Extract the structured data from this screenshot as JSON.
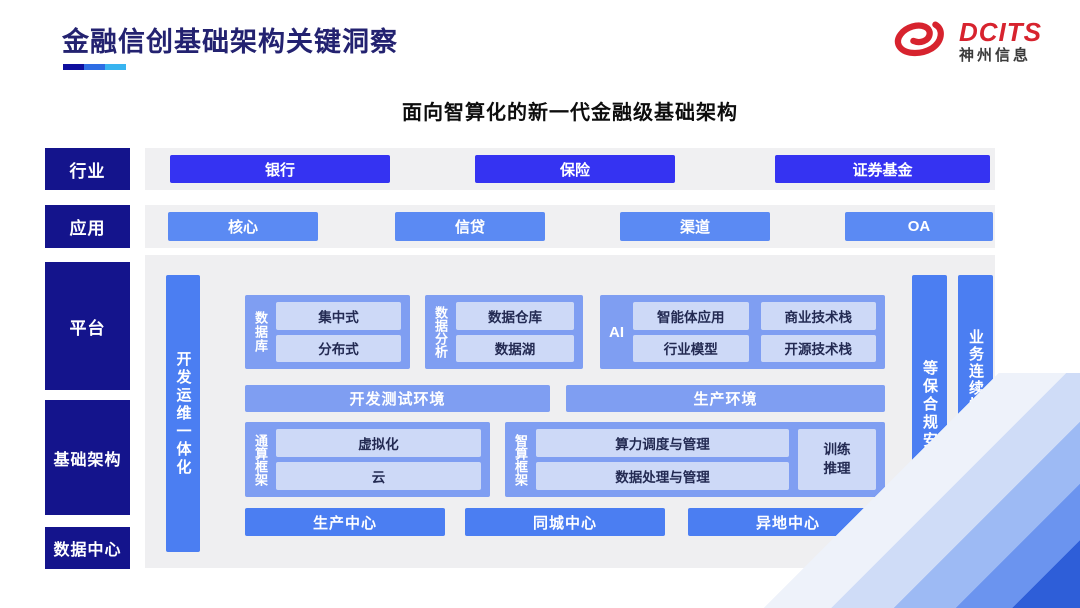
{
  "header": {
    "title": "金融信创基础架构关键洞察",
    "logo_brand": "DCITS",
    "logo_company": "神州信息"
  },
  "subtitle": "面向智算化的新一代金融级基础架构",
  "layers": {
    "industry": {
      "label": "行业",
      "items": [
        "银行",
        "保险",
        "证券基金"
      ]
    },
    "application": {
      "label": "应用",
      "items": [
        "核心",
        "信贷",
        "渠道",
        "OA"
      ]
    },
    "platform_label": "平台",
    "infrastructure_label": "基础架构",
    "datacenter_label": "数据中心"
  },
  "platform": {
    "devops_bar": "开发运维一体化",
    "security_bar": "等保合规安全",
    "continuity_bar": "业务连续性及数据保护",
    "database": {
      "label": "数据库",
      "items": [
        "集中式",
        "分布式"
      ]
    },
    "analytics": {
      "label": "数据分析",
      "items": [
        "数据仓库",
        "数据湖"
      ]
    },
    "ai": {
      "label": "AI",
      "items": [
        "智能体应用",
        "商业技术栈",
        "行业模型",
        "开源技术栈"
      ]
    },
    "environments": [
      "开发测试环境",
      "生产环境"
    ],
    "general_framework": {
      "label": "通算框架",
      "items": [
        "虚拟化",
        "云"
      ]
    },
    "intelligent_framework": {
      "label": "智算框架",
      "items": [
        "算力调度与管理",
        "数据处理与管理"
      ],
      "side_item": "训练\n推理"
    },
    "centers": [
      "生产中心",
      "同城中心",
      "异地中心"
    ]
  },
  "colors": {
    "navy_label": "#14148c",
    "industry_button": "#3533f2",
    "application_button": "#5b8af3",
    "vertical_bar": "#4b7ef2",
    "group_box": "#7f9ef2",
    "chip": "#cdd9f7",
    "logo_red": "#d7232e",
    "title_navy": "#232270"
  }
}
